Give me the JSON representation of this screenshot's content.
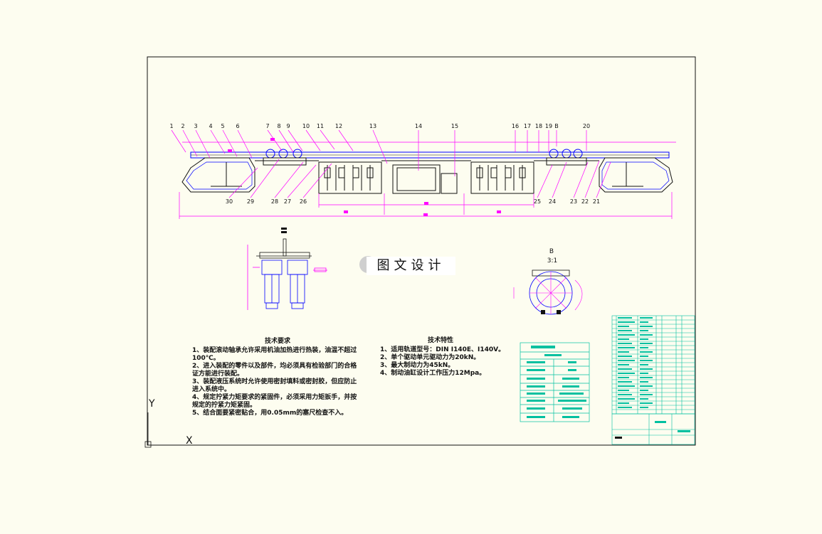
{
  "drawing": {
    "balloons_top": [
      "1",
      "2",
      "3",
      "4",
      "5",
      "6",
      "7",
      "8",
      "9",
      "10",
      "11",
      "12",
      "13",
      "14",
      "15",
      "16",
      "17",
      "18",
      "19",
      "B",
      "20"
    ],
    "balloons_bottom": [
      "30",
      "29",
      "28",
      "27",
      "26",
      "25",
      "24",
      "23",
      "22",
      "21"
    ],
    "detail_label": "B",
    "detail_scale": "3:1"
  },
  "requirements": {
    "title": "技术要求",
    "lines": [
      "1、装配滚动轴承允许采用机油加热进行热装，油温不超过",
      "100℃。",
      "2、进入装配的零件以及部件，均必须具有检验部门的合格",
      "证方能进行装配。",
      "3、装配液压系统时允许使用密封填料或密封胶，但应防止",
      "进入系统中。",
      "4、规定拧紧力矩要求的紧固件，必须采用力矩扳手，并按",
      "规定的拧紧力矩紧固。",
      "5、结合面要紧密贴合，用0.05mm的塞尺检查不入。"
    ]
  },
  "characteristics": {
    "title": "技术特性",
    "lines": [
      "1、适用轨道型号：DIN I140E、I140V。",
      "2、单个驱动单元驱动力为20kN。",
      "3、最大制动力为45kN。",
      "4、制动油缸设计工作压力12Mpa。"
    ]
  },
  "watermark": {
    "text": "图文设计"
  },
  "axis": {
    "y": "Y",
    "x": "X"
  },
  "colors": {
    "background": "#fdfdf0",
    "frame": "#111111",
    "parts": "#ff00ff",
    "blue": "#0000ff",
    "table": "#00c0a0",
    "red": "#e00000"
  }
}
